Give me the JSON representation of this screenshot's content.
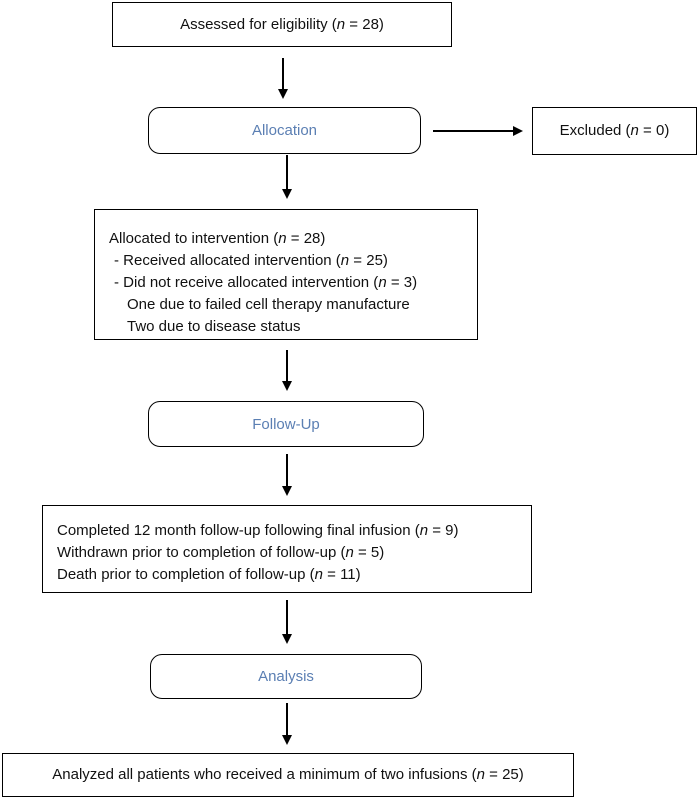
{
  "diagram": {
    "eligibility": {
      "prefix": "Assessed for eligibility (",
      "n_symbol": "n",
      "suffix": " = 28)"
    },
    "allocation_label": "Allocation",
    "excluded": {
      "prefix": "Excluded (",
      "n_symbol": "n",
      "suffix": " = 0)"
    },
    "allocated_box": {
      "line1": {
        "prefix": "Allocated to intervention (",
        "n_symbol": "n",
        "suffix": " = 28)"
      },
      "line2": {
        "prefix": "- Received allocated intervention (",
        "n_symbol": "n",
        "suffix": " = 25)"
      },
      "line3": {
        "prefix": "- Did not receive allocated intervention (",
        "n_symbol": "n",
        "suffix": " = 3)"
      },
      "line4": "One due to failed cell therapy manufacture",
      "line5": "Two due to disease status"
    },
    "followup_label": "Follow-Up",
    "followup_box": {
      "line1": {
        "prefix": "Completed 12 month follow-up following final infusion (",
        "n_symbol": "n",
        "suffix": " = 9)"
      },
      "line2": {
        "prefix": "Withdrawn prior to completion of follow-up (",
        "n_symbol": "n",
        "suffix": " = 5)"
      },
      "line3": {
        "prefix": "Death prior to completion of follow-up (",
        "n_symbol": "n",
        "suffix": " = 11)"
      }
    },
    "analysis_label": "Analysis",
    "analyzed": {
      "prefix": "Analyzed all patients who received a minimum of two infusions (",
      "n_symbol": "n",
      "suffix": " = 25)"
    },
    "colors": {
      "stage_label": "#5b7fb3",
      "border": "#000000"
    }
  }
}
